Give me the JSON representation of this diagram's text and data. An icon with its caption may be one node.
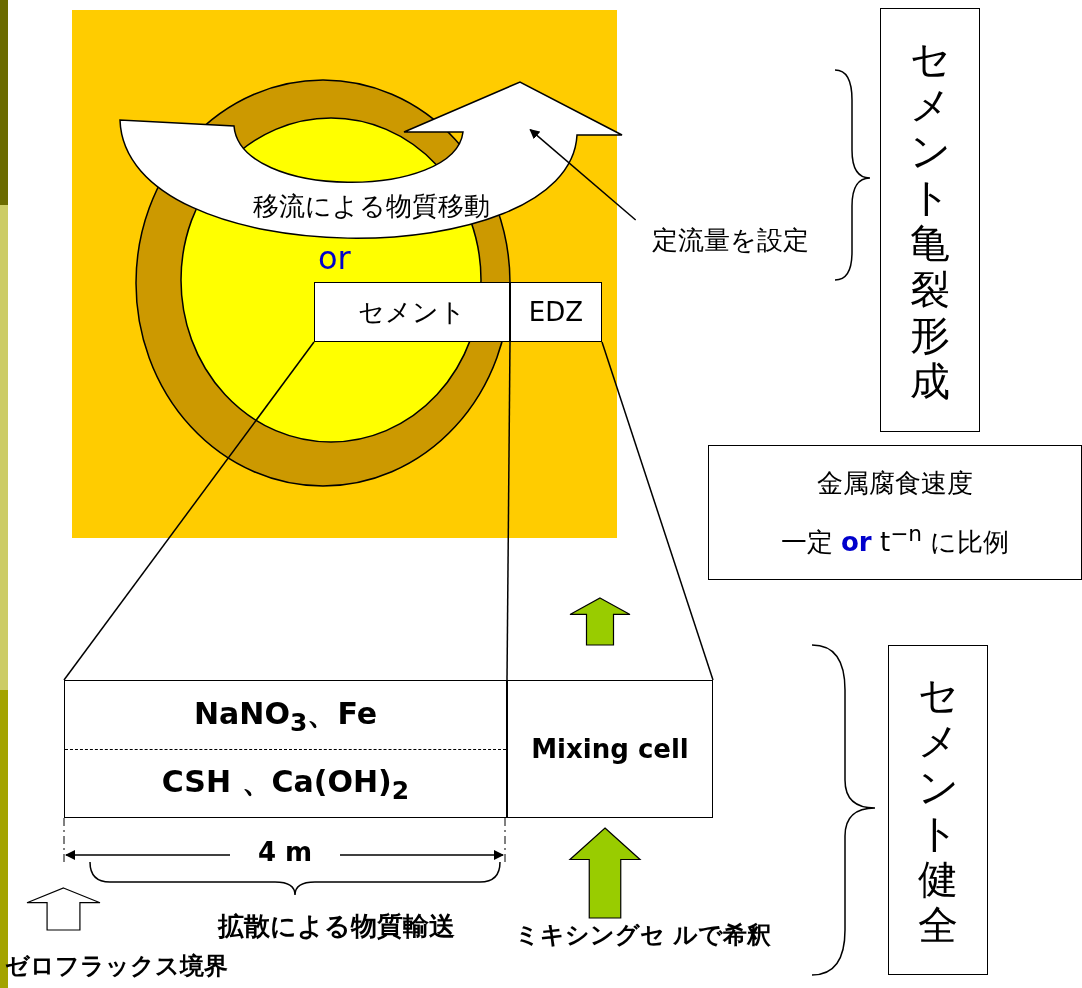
{
  "diagram": {
    "nodes": [
      {
        "text": [
          "セメント"
        ]
      },
      {
        "text": [
          "EDZ"
        ]
      },
      {
        "text": [
          "移流による物質移動"
        ]
      },
      {
        "text": [
          "定流量を設定"
        ]
      },
      {
        "text": [
          "セメント亀裂形成"
        ]
      },
      {
        "text": [
          "金属腐食速度",
          "一定 **or** t$^{−n}$ に比例"
        ]
      },
      {
        "text": [
          "NaNO$_{3}$、Fe",
          "CSH 、Ca(OH)$_{2}$"
        ]
      },
      {
        "text": [
          "Mixing cell"
        ]
      },
      {
        "text": [
          "セメント健全"
        ]
      }
    ],
    "edges": [
      {
        "from": 3,
        "to": 2,
        "arrow": "to"
      },
      {
        "from": 0,
        "to": 6,
        "arrow": "none"
      },
      {
        "from": 1,
        "to": 7,
        "arrow": "none"
      },
      {
        "from": 1,
        "to": 7,
        "arrow": "none"
      }
    ],
    "labels": [
      "or",
      "4 m",
      "拡散による物質輸送",
      "ミキシングセ ルで希釈",
      "ゼロフラックス境界"
    ]
  }
}
